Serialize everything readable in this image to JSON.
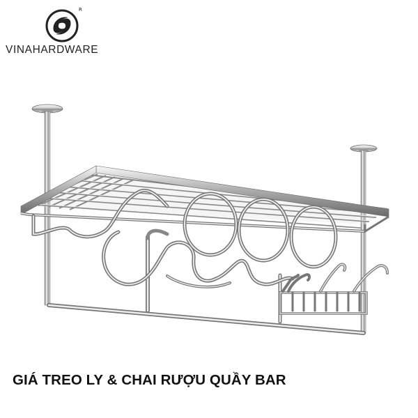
{
  "brand": {
    "name": "VINAHARDWARE",
    "registered_mark": "R",
    "logo_icon": "swirl-logo-icon"
  },
  "product": {
    "caption": "GIÁ TREO LY & CHAI RƯỢU QUẦY BAR",
    "image_subject": "chrome-hanging-wine-glass-and-bottle-rack"
  },
  "colors": {
    "chrome_light": "#f2f2f2",
    "chrome_mid": "#b8b8b8",
    "chrome_dark": "#5a5a5a",
    "text": "#111111"
  }
}
